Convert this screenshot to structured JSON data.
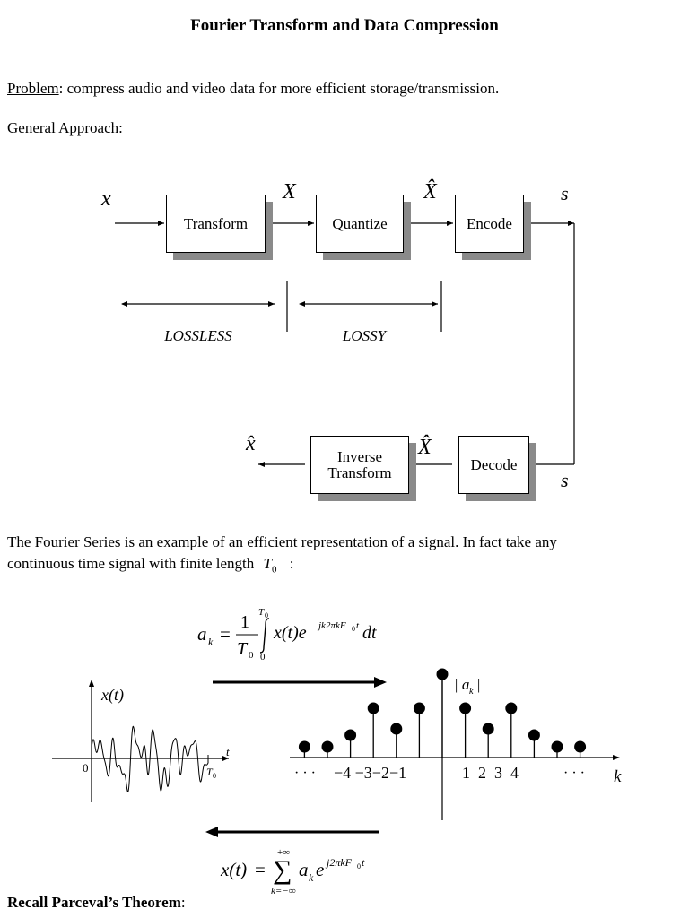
{
  "title": "Fourier Transform and Data Compression",
  "problem": {
    "label": "Problem",
    "text": ": compress audio and video data for more efficient storage/transmission."
  },
  "approach": {
    "label": "General Approach",
    "suffix": ":"
  },
  "diagram": {
    "input_symbol": "x",
    "after_transform_symbol": "X",
    "after_quantize_symbol": "X̂",
    "encoded_symbol_top": "s",
    "encoded_symbol_bottom": "s",
    "decoded_symbol": "X̂",
    "output_symbol": "x̂",
    "blocks": {
      "transform": "Transform",
      "quantize": "Quantize",
      "encode": "Encode",
      "decode": "Decode",
      "inverse_line1": "Inverse",
      "inverse_line2": "Transform"
    },
    "lossless_label": "LOSSLESS",
    "lossy_label": "LOSSY"
  },
  "fourier_text": {
    "line1": "The Fourier Series is an example of an efficient representation of a signal. In fact take any",
    "line2": "continuous time signal with finite length",
    "line2_symbol": "T",
    "line2_sub": "0",
    "line2_end": ":"
  },
  "analysis_eq": {
    "lhs": "a",
    "lhs_sub": "k",
    "eq": "=",
    "num": "1",
    "den": "T",
    "den_sub": "0",
    "int_upper": "T",
    "int_upper_sub": "0",
    "int_lower": "0",
    "integrand": "x(t)e",
    "exponent": "jk2πkF",
    "exponent_sub": "0",
    "exponent_end": "t",
    "dt": "dt"
  },
  "signal_plot": {
    "ylabel": "x(t)",
    "xlabel": "t",
    "origin": "0",
    "period": "T",
    "period_sub": "0"
  },
  "spectrum": {
    "ylabel": "| a",
    "ylabel_sub": "k",
    "ylabel_end": " |",
    "xlabel": "k",
    "tick_labels_left": "−4 −3−2−1",
    "tick_labels_right": "1  2  3  4",
    "ellipsis_left": "· · ·",
    "ellipsis_right": "· · ·",
    "magnitudes": [
      {
        "k": -6,
        "value": 0.12
      },
      {
        "k": -5,
        "value": 0.12
      },
      {
        "k": -4,
        "value": 0.25
      },
      {
        "k": -3,
        "value": 0.55
      },
      {
        "k": -2,
        "value": 0.32
      },
      {
        "k": -1,
        "value": 0.55
      },
      {
        "k": 0,
        "value": 0.93
      },
      {
        "k": 1,
        "value": 0.55
      },
      {
        "k": 2,
        "value": 0.32
      },
      {
        "k": 3,
        "value": 0.55
      },
      {
        "k": 4,
        "value": 0.25
      },
      {
        "k": 5,
        "value": 0.12
      },
      {
        "k": 6,
        "value": 0.12
      }
    ]
  },
  "synthesis_eq": {
    "lhs": "x(t)",
    "eq": "=",
    "sum_upper": "+∞",
    "sum_lower": "k=−∞",
    "term": "a",
    "term_sub": "k",
    "exp_base": "e",
    "exponent": "j2πkF",
    "exponent_sub": "0",
    "exponent_end": "t"
  },
  "parseval": "Recall Parceval’s Theorem",
  "parseval_suffix": ":"
}
